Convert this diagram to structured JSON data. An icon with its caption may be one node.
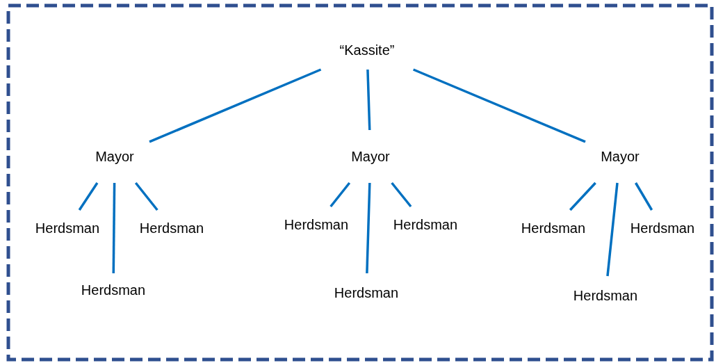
{
  "diagram": {
    "nodes": [
      {
        "text": [
          "“Kassite”"
        ]
      },
      {
        "text": [
          "Mayor"
        ]
      },
      {
        "text": [
          "Herdsman"
        ]
      },
      {
        "text": [
          "Herdsman"
        ]
      },
      {
        "text": [
          "Herdsman"
        ]
      },
      {
        "text": [
          "Mayor"
        ]
      },
      {
        "text": [
          "Herdsman"
        ]
      },
      {
        "text": [
          "Herdsman"
        ]
      },
      {
        "text": [
          "Herdsman"
        ]
      },
      {
        "text": [
          "Mayor"
        ]
      },
      {
        "text": [
          "Herdsman"
        ]
      },
      {
        "text": [
          "Herdsman"
        ]
      },
      {
        "text": [
          "Herdsman"
        ]
      }
    ],
    "edges": [
      {
        "from": 0,
        "to": 1,
        "arrow": "none"
      },
      {
        "from": 0,
        "to": 5,
        "arrow": "none"
      },
      {
        "from": 0,
        "to": 9,
        "arrow": "none"
      },
      {
        "from": 1,
        "to": 2,
        "arrow": "none"
      },
      {
        "from": 1,
        "to": 3,
        "arrow": "none"
      },
      {
        "from": 1,
        "to": 4,
        "arrow": "none"
      },
      {
        "from": 5,
        "to": 6,
        "arrow": "none"
      },
      {
        "from": 5,
        "to": 7,
        "arrow": "none"
      },
      {
        "from": 5,
        "to": 8,
        "arrow": "none"
      },
      {
        "from": 9,
        "to": 10,
        "arrow": "none"
      },
      {
        "from": 9,
        "to": 11,
        "arrow": "none"
      },
      {
        "from": 9,
        "to": 12,
        "arrow": "none"
      }
    ]
  }
}
